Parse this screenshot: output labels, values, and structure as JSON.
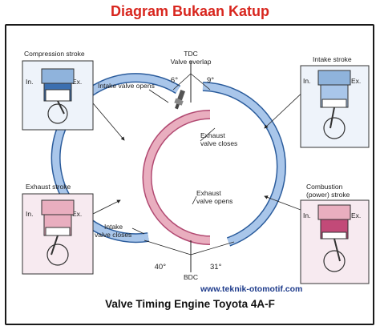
{
  "title": "Diagram Bukaan Katup",
  "top_center": {
    "tdc": "TDC",
    "valve_overlap": "Valve overlap"
  },
  "bottom_center": {
    "bdc": "BDC"
  },
  "angles": {
    "intake_open": "6°",
    "exhaust_close": "9°",
    "intake_close": "40°",
    "exhaust_open": "31°"
  },
  "events": {
    "intake_opens": "Intake valve opens",
    "exhaust_closes_1": "Exhaust",
    "exhaust_closes_2": "valve closes",
    "exhaust_opens_1": "Exhaust",
    "exhaust_opens_2": "valve opens",
    "intake_closes_1": "Intake",
    "intake_closes_2": "valve closes"
  },
  "strokes": {
    "compression": "Compression stroke",
    "intake": "Intake stroke",
    "exhaust": "Exhaust stroke",
    "combustion_1": "Combustion",
    "combustion_2": "(power) stroke"
  },
  "port_labels": {
    "in": "In.",
    "ex": "Ex."
  },
  "website": "www.teknik-otomotif.com",
  "footer": "Valve Timing Engine Toyota 4A-F",
  "colors": {
    "title": "#d8261e",
    "intake_ring": "#a9c6ea",
    "exhaust_ring": "#e9aebf",
    "website": "#1f3c8c"
  }
}
